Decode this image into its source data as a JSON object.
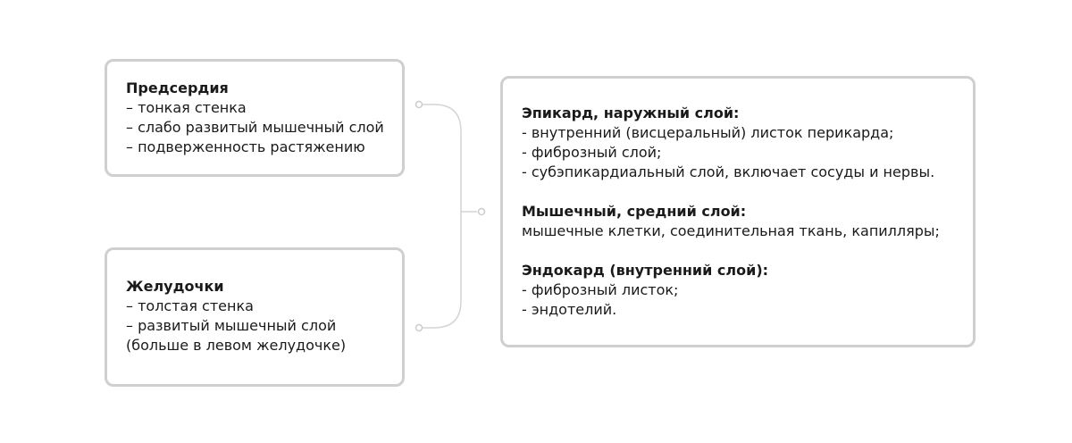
{
  "atria": {
    "title": "Предсердия",
    "lines": [
      "– тонкая стенка",
      "– слабо развитый мышечный слой",
      "– подверженность растяжению"
    ]
  },
  "ventricles": {
    "title": "Желудочки",
    "lines": [
      "– толстая стенка",
      "– развитый мышечный слой",
      "(больше в левом желудочке)"
    ]
  },
  "layers": {
    "sections": [
      {
        "title": "Эпикард, наружный слой:",
        "lines": [
          "- внутренний (висцеральный) листок перикарда;",
          "- фиброзный слой;",
          "- субэпикардиальный слой, включает сосуды и нервы."
        ]
      },
      {
        "title": "Мышечный, средний слой:",
        "lines": [
          "мышечные клетки, соединительная ткань, капилляры;"
        ]
      },
      {
        "title": "Эндокард (внутренний слой):",
        "lines": [
          "- фиброзный листок;",
          "- эндотелий."
        ]
      }
    ]
  },
  "colors": {
    "border": "#cfcfcf",
    "connector": "#d4d4d4",
    "text": "#1a1a1a"
  }
}
